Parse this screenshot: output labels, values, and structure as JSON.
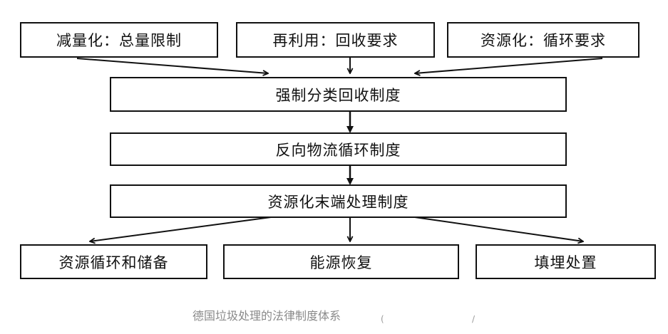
{
  "top_boxes": [
    {
      "label": "减量化：总量限制"
    },
    {
      "label": "再利用：回收要求"
    },
    {
      "label": "资源化：循环要求"
    }
  ],
  "middle_boxes": [
    {
      "label": "强制分类回收制度"
    },
    {
      "label": "反向物流循环制度"
    },
    {
      "label": "资源化末端处理制度"
    }
  ],
  "bottom_boxes": [
    {
      "label": "资源循环和储备"
    },
    {
      "label": "能源恢复"
    },
    {
      "label": "填埋处置"
    }
  ],
  "caption": "德国垃圾处理的法律制度体系",
  "colors": {
    "line": "#111111",
    "caption": "#8a8a8a",
    "background": "#ffffff"
  }
}
